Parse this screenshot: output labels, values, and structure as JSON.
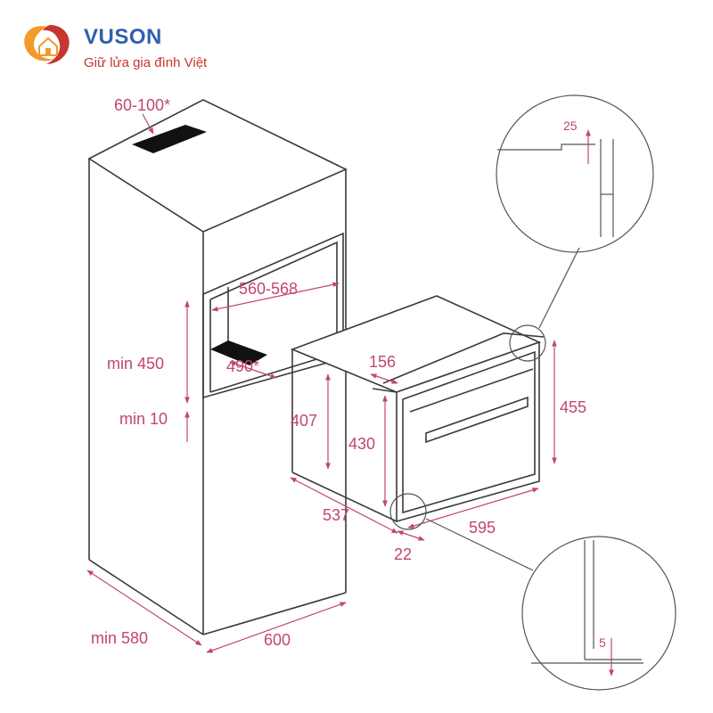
{
  "brand": {
    "name": "VUSON",
    "tagline": "Giữ lửa gia đình Việt"
  },
  "colors": {
    "dimension": "#c1476a",
    "outline": "#3a3a3a",
    "brand_blue": "#2f5fae",
    "brand_red": "#c8352f",
    "brand_orange": "#f39a2b"
  },
  "dimensions": {
    "vent_opening": "60-100*",
    "niche_width": "560-568",
    "niche_min_height": "min 450",
    "bottom_opening": "490*",
    "shelf_min_gap": "min 10",
    "cabinet_min_depth": "min 580",
    "cabinet_width": "600",
    "oven_depth": "537",
    "oven_width": "595",
    "oven_height": "455",
    "oven_body_height": "430",
    "oven_rear_height": "407",
    "step_depth": "156",
    "front_offset": "22",
    "detail_top": "25",
    "detail_bottom": "5"
  }
}
